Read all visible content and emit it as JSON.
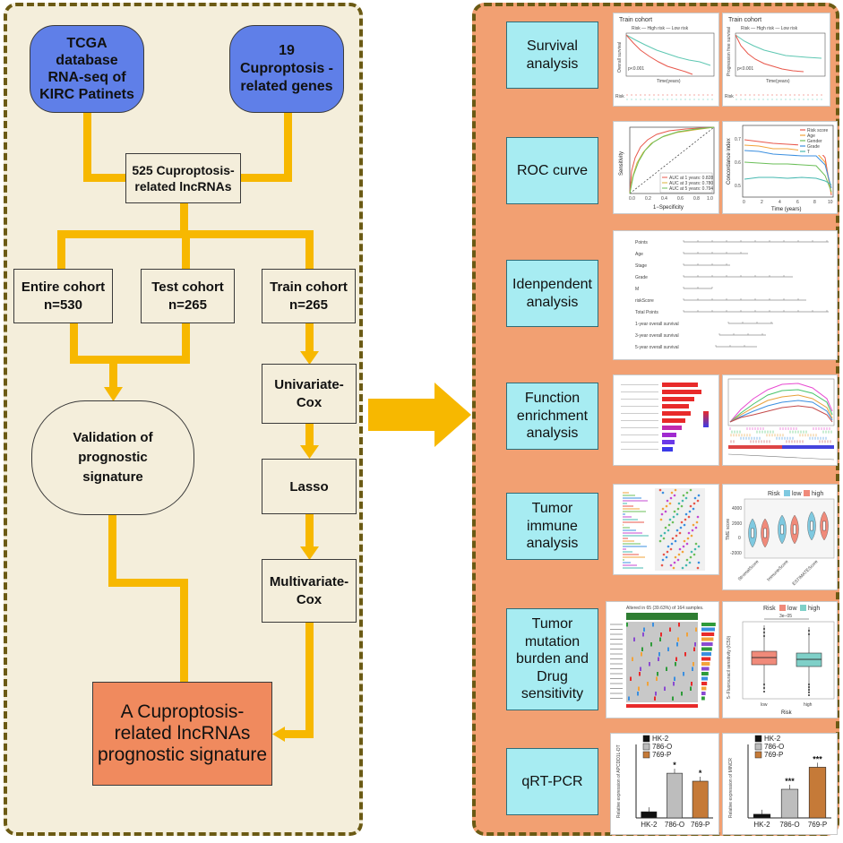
{
  "colors": {
    "left_panel_bg": "#f4eedb",
    "right_panel_bg": "#f2a072",
    "dashed_border": "#6b5a14",
    "connector": "#f7b800",
    "source_box": "#5f7fe8",
    "signature_box": "#f08a5e",
    "step_box": "#a7ecf2"
  },
  "flow": {
    "tcga": "TCGA\ndatabase\nRNA-seq of\nKIRC Patinets",
    "genes": "19\nCuproptosis -\nrelated genes",
    "lncrnas": "525 Cuproptosis-\nrelated lncRNAs",
    "entire": "Entire cohort\nn=530",
    "test": "Test cohort\nn=265",
    "train": "Train cohort\nn=265",
    "univariate": "Univariate-\nCox",
    "lasso": "Lasso",
    "multivariate": "Multivariate-\nCox",
    "validation": "Validation of\nprognostic\nsignature",
    "signature": "A Cuproptosis-\nrelated lncRNAs\nprognostic signature"
  },
  "steps": [
    {
      "label": "Survival\nanalysis"
    },
    {
      "label": "ROC curve"
    },
    {
      "label": "Idenpendent\nanalysis"
    },
    {
      "label": "Function\nenrichment\nanalysis"
    },
    {
      "label": "Tumor\nimmune\nanalysis"
    },
    {
      "label": "Tumor\nmutation\nburden and\nDrug\nsensitivity"
    },
    {
      "label": "qRT-PCR"
    }
  ],
  "survival": {
    "os": {
      "title": "Train cohort",
      "legend": "Risk — High risk — Low risk",
      "ylabel": "Overall survival",
      "xlabel": "Time(years)",
      "p": "p<0.001"
    },
    "pfs": {
      "title": "Train cohort",
      "legend": "Risk — High risk — Low risk",
      "ylabel": "Progression free survival",
      "xlabel": "Time(years)",
      "p": "p<0.001"
    },
    "risk_label": "Risk"
  },
  "roc": {
    "xlabel": "1−Specificity",
    "ylabel": "Sensitivity",
    "legend": [
      "AUC at 1 years: 0.828",
      "AUC at 3 years: 0.780",
      "AUC at 5 years: 0.794"
    ],
    "ticks": [
      "0.0",
      "0.2",
      "0.4",
      "0.6",
      "0.8",
      "1.0"
    ]
  },
  "cindex": {
    "ylabel": "Concordance index",
    "xlabel": "Time (years)",
    "legend": [
      "Risk score",
      "Age",
      "Gender",
      "Grade",
      "T"
    ],
    "xticks": [
      "0",
      "2",
      "4",
      "6",
      "8",
      "10"
    ],
    "yticks": [
      "0.7",
      "0.6",
      "0.5"
    ]
  },
  "nomogram": {
    "rows": [
      "Points",
      "Age",
      "Stage",
      "Grade",
      "M",
      "riskScore",
      "Total Points",
      "1-year overall survival",
      "3-year overall survival",
      "5-year overall survival"
    ]
  },
  "tme": {
    "legend_title": "Risk",
    "legend": [
      "low",
      "high"
    ],
    "ylabel": "TME score",
    "groups": [
      "StromalScore",
      "ImmuneScore",
      "ESTIMATEScore"
    ],
    "yticks": [
      "4000",
      "2000",
      "0",
      "-2000"
    ]
  },
  "oncoplot": {
    "title": "Altered in 65 (39.63%) of 164 samples."
  },
  "drug": {
    "legend_title": "Risk",
    "legend": [
      "low",
      "high"
    ],
    "pvalue": "3e−05",
    "ylabel": "5−Fluorouracil sensitivity (IC50)",
    "xlabel": "Risk",
    "groups": [
      "low",
      "high"
    ]
  },
  "qpcr": [
    {
      "ylabel": "Relative expression of APCDD1L-DT",
      "legend": [
        "HK-2",
        "786-O",
        "769-P"
      ],
      "categories": [
        "HK-2",
        "786-O",
        "769-P"
      ],
      "values": [
        1.0,
        7.3,
        6.0
      ],
      "marks": [
        "",
        "*",
        "*"
      ],
      "ymax": 12
    },
    {
      "ylabel": "Relative expression of MINCR",
      "legend": [
        "HK-2",
        "786-O",
        "769-P"
      ],
      "categories": [
        "HK-2",
        "786-O",
        "769-P"
      ],
      "values": [
        1.0,
        7.8,
        13.8
      ],
      "marks": [
        "",
        "***",
        "***"
      ],
      "ymax": 20
    }
  ]
}
